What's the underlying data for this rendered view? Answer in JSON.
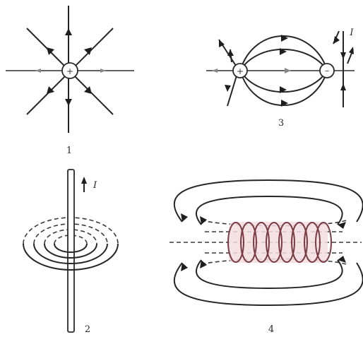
{
  "panels": [
    {
      "id": "p1",
      "label": "1"
    },
    {
      "id": "p3",
      "label": "3"
    },
    {
      "id": "p2",
      "label": "2",
      "current_label": "I"
    },
    {
      "id": "p4",
      "label": "4"
    }
  ],
  "panel3_current_label": "I",
  "colors": {
    "line": "#262626",
    "coil": "#b7707a",
    "background": "#ffffff"
  }
}
